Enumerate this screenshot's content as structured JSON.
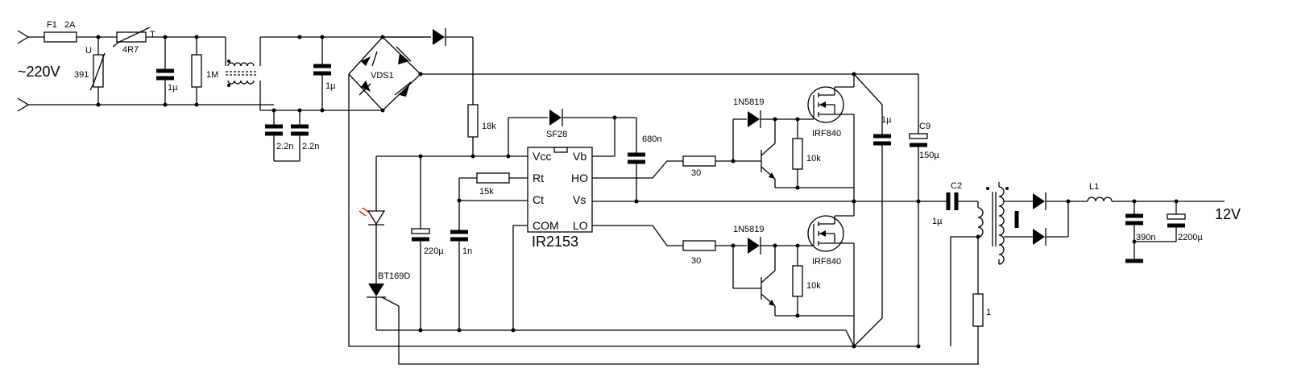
{
  "input": {
    "voltage": "~220V"
  },
  "fuse": {
    "ref": "F1",
    "value": "2A"
  },
  "varistor": {
    "mark": "U",
    "value": "391"
  },
  "thermistor": {
    "mark": "T",
    "value": "4R7"
  },
  "cap_in": "1µ",
  "res_in": "1M",
  "cap_mid": "1µ",
  "caps_y": [
    "2.2n",
    "2.2n"
  ],
  "bridge": "VDS1",
  "res_start": "18k",
  "diode_boot": "SF28",
  "cap_boot": "680n",
  "ic": {
    "name": "IR2153",
    "pins": [
      "Vcc",
      "Rt",
      "Ct",
      "COM",
      "Vb",
      "HO",
      "Vs",
      "LO"
    ]
  },
  "res_rt": "15k",
  "cap_vcc": "220µ",
  "cap_ct": "1n",
  "thyristor": "BT169D",
  "gate_res": [
    "30",
    "30"
  ],
  "schottky": [
    "1N5819",
    "1N5819"
  ],
  "res_gs": [
    "10k",
    "10k"
  ],
  "mosfet": [
    "IRF840",
    "IRF840"
  ],
  "cap_half": "1µ",
  "c9": {
    "ref": "C9",
    "value": "150µ"
  },
  "c2": {
    "ref": "C2",
    "value": "1µ"
  },
  "res_sense": "1",
  "inductor": "L1",
  "cap_out": "390n",
  "cap_out_el": "2200µ",
  "output": "12V"
}
